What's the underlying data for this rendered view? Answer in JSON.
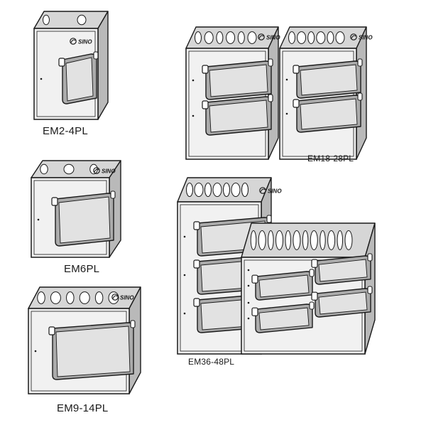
{
  "colors": {
    "outline": "#1a1a1a",
    "box_front": "#f1f1f1",
    "box_top": "#d6d6d6",
    "box_side": "#b9b9b9",
    "cover": "#ababab",
    "cover_window": "#e2e2e2",
    "background": "#ffffff"
  },
  "brand": "SINO",
  "enclosures": [
    {
      "id": "em2",
      "label": "EM2-4PL"
    },
    {
      "id": "em6",
      "label": "EM6PL"
    },
    {
      "id": "em9",
      "label": "EM9-14PL"
    },
    {
      "id": "em18",
      "label": "EM18-28PL"
    },
    {
      "id": "em36",
      "label": "EM36-48PL"
    }
  ]
}
